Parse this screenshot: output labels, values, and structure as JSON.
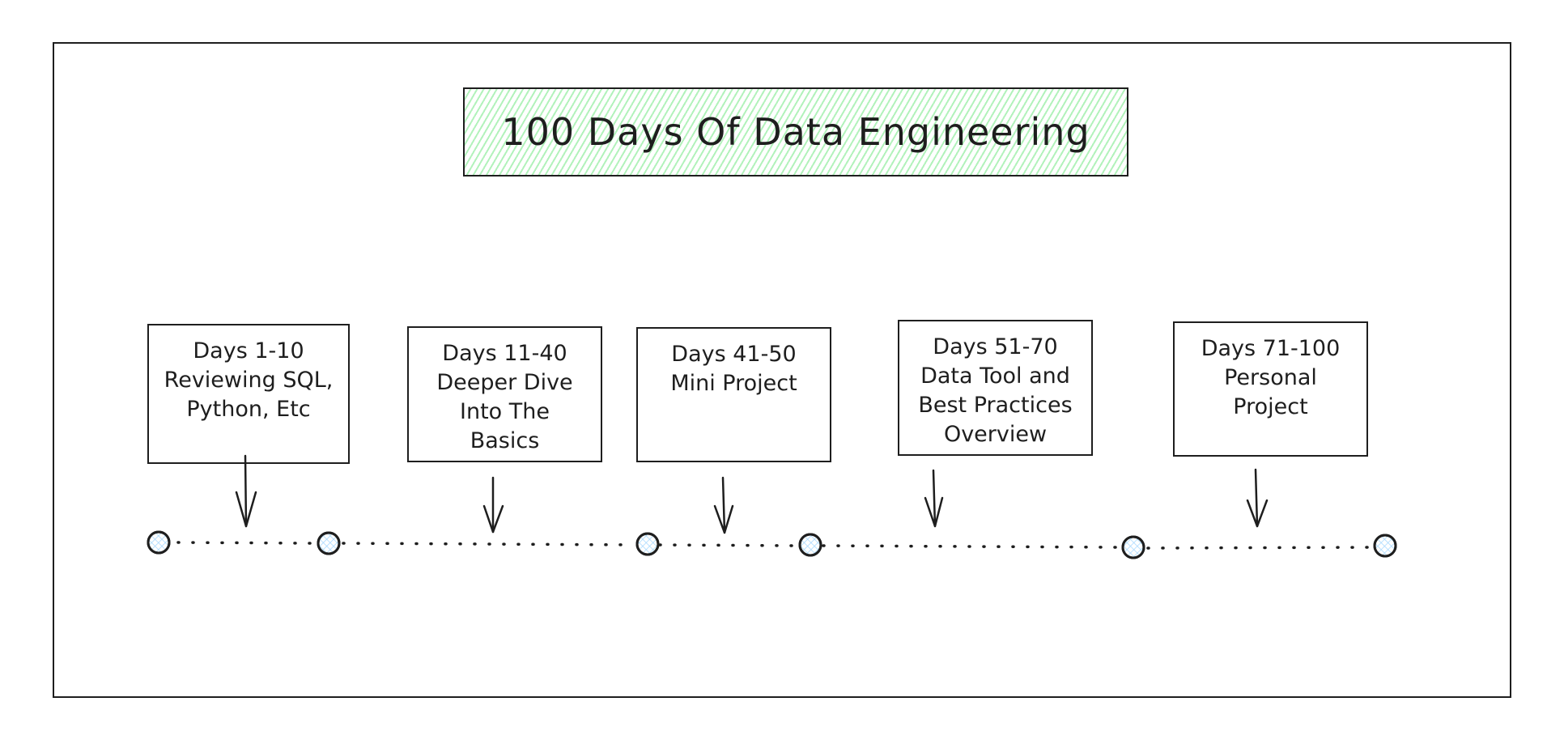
{
  "title": "100 Days Of Data Engineering",
  "colors": {
    "stroke": "#1e1e1e",
    "title_fill": "#b2f2bb",
    "node_fill": "#a5d8ff",
    "background": "#ffffff"
  },
  "phases": [
    {
      "range": "Days 1-10",
      "lines": [
        "Days 1-10",
        "Reviewing SQL,",
        "Python, Etc"
      ]
    },
    {
      "range": "Days 11-40",
      "lines": [
        "Days 11-40",
        "Deeper Dive",
        "Into The",
        "Basics"
      ]
    },
    {
      "range": "Days 41-50",
      "lines": [
        "Days 41-50",
        "Mini Project"
      ]
    },
    {
      "range": "Days 51-70",
      "lines": [
        "Days 51-70",
        "Data Tool and",
        "Best Practices",
        "Overview"
      ]
    },
    {
      "range": "Days 71-100",
      "lines": [
        "Days 71-100",
        "Personal",
        "Project"
      ]
    }
  ],
  "timeline": {
    "node_count": 6,
    "connector_style": "dotted"
  }
}
